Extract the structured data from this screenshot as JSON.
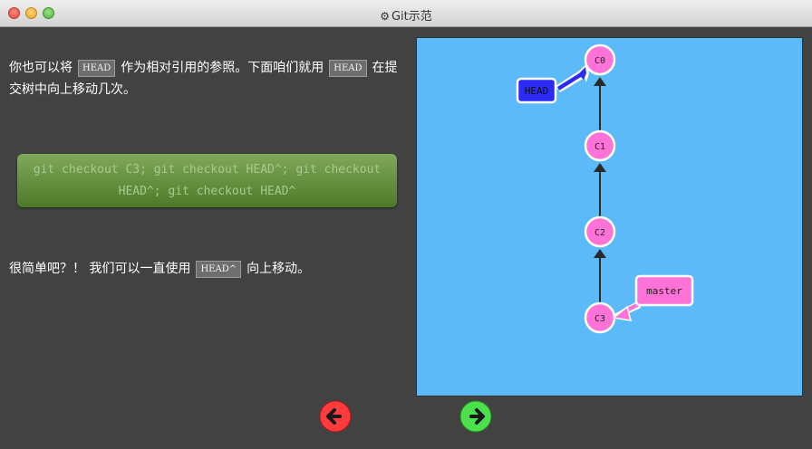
{
  "window": {
    "title": "Git示范",
    "title_icon": "gear-icon"
  },
  "instructions": {
    "p1_before": "你也可以将",
    "p1_code": "HEAD",
    "p1_middle": "作为相对引用的参照。下面咱们就用",
    "p1_code2": "HEAD",
    "p1_after": "在提交树中向上移动几次。",
    "command": "git checkout C3; git checkout HEAD^; git checkout HEAD^; git checkout HEAD^",
    "p2_before": "很简单吧？！ 我们可以一直使用",
    "p2_code": "HEAD^",
    "p2_after": "向上移动。"
  },
  "graph": {
    "commits": [
      "C0",
      "C1",
      "C2",
      "C3"
    ],
    "refs": {
      "head": "HEAD",
      "branch": "master"
    },
    "colors": {
      "background": "#5cbaf9",
      "commit_fill": "#ff72d8",
      "head_fill": "#2b2bf3",
      "branch_fill": "#ff72d8",
      "edge": "#2a2a2a"
    }
  },
  "nav": {
    "prev_icon": "arrow-left-icon",
    "next_icon": "arrow-right-icon",
    "prev_color": "#ff3b3b",
    "next_color": "#4ce04c"
  }
}
